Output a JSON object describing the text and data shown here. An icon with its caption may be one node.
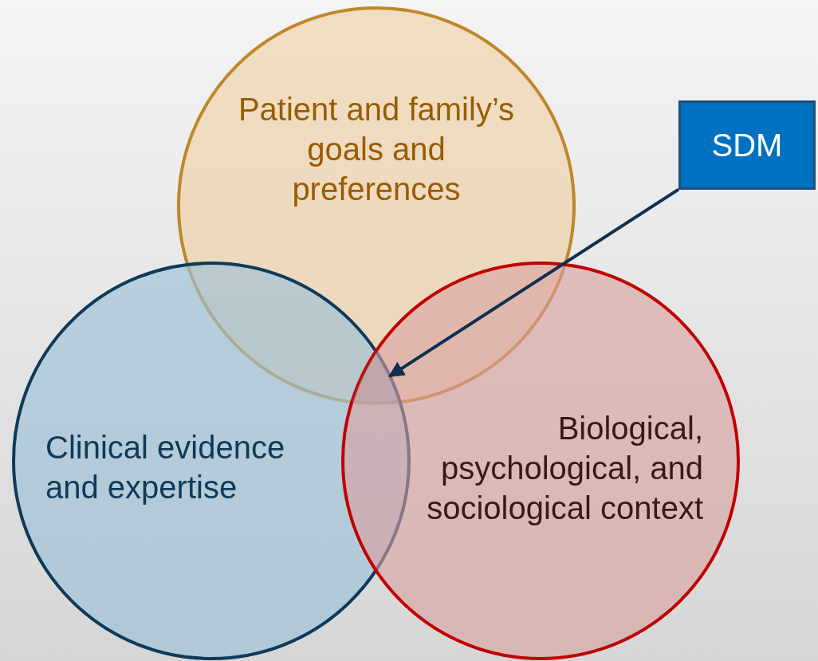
{
  "diagram": {
    "nodes": [
      {
        "text": [
          "Patient and family’s goals and preferences"
        ]
      },
      {
        "text": [
          "Clinical evidence and expertise"
        ]
      },
      {
        "text": [
          "Biological, psychological, and sociological context"
        ]
      },
      {
        "text": [
          "SDM"
        ]
      },
      {
        "text": [],
        "shape": "region"
      }
    ],
    "edges": [
      {
        "from": 3,
        "to": 4,
        "arrow": "to"
      }
    ]
  }
}
